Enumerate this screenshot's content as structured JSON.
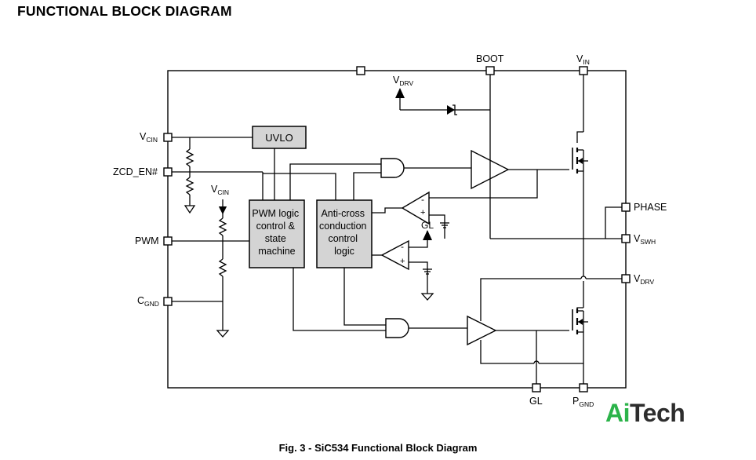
{
  "header": {
    "title": "FUNCTIONAL BLOCK DIAGRAM"
  },
  "caption": "Fig. 3 - SiC534 Functional Block Diagram",
  "logo": {
    "part1": "Ai",
    "part2": "Tech",
    "color_primary": "#2cb34a",
    "color_secondary": "#2d2d2d"
  },
  "pins": {
    "boot": "BOOT",
    "vin": {
      "main": "V",
      "sub": "IN"
    },
    "vcin": {
      "main": "V",
      "sub": "CIN"
    },
    "zcd_en": "ZCD_EN#",
    "pwm": "PWM",
    "cgnd": {
      "main": "C",
      "sub": "GND"
    },
    "phase": "PHASE",
    "vswh": {
      "main": "V",
      "sub": "SWH"
    },
    "vdrv": {
      "main": "V",
      "sub": "DRV"
    },
    "gl": "GL",
    "pgnd": {
      "main": "P",
      "sub": "GND"
    }
  },
  "internal_labels": {
    "vdrv_supply": {
      "main": "V",
      "sub": "DRV"
    },
    "vcin_supply": {
      "main": "V",
      "sub": "CIN"
    },
    "gl_sense": "GL",
    "comp_minus": "-",
    "comp_plus": "+"
  },
  "blocks": {
    "uvlo": "UVLO",
    "pwm_logic": [
      "PWM logic",
      "control &",
      "state",
      "machine"
    ],
    "anti_cross": [
      "Anti-cross",
      "conduction",
      "control",
      "logic"
    ]
  }
}
